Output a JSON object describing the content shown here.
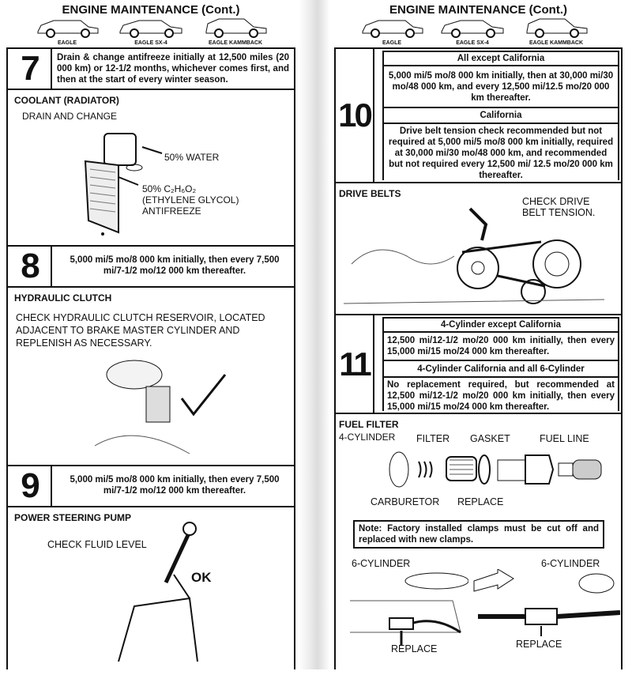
{
  "left_page": {
    "title": "ENGINE MAINTENANCE (Cont.)",
    "cars": [
      "EAGLE",
      "EAGLE SX-4",
      "EAGLE KAMMBACK"
    ],
    "item7": {
      "number": "7",
      "text": "Drain & change antifreeze initially at 12,500 miles (20 000 km) or 12-1/2 months, whichever comes first, and then at the start of every winter season."
    },
    "coolant": {
      "heading": "COOLANT (RADIATOR)",
      "subheading": "DRAIN AND CHANGE",
      "water_label": "50% WATER",
      "glycol_label": "50% C₂H₆O₂",
      "glycol_name": "(ETHYLENE GLYCOL)",
      "antifreeze": "ANTIFREEZE"
    },
    "item8": {
      "number": "8",
      "text": "5,000 mi/5 mo/8 000 km initially, then every 7,500 mi/7-1/2 mo/12 000 km thereafter."
    },
    "clutch": {
      "heading": "HYDRAULIC CLUTCH",
      "text": "CHECK HYDRAULIC CLUTCH RESERVOIR, LOCATED ADJACENT TO BRAKE MASTER CYLINDER AND REPLENISH AS NECESSARY."
    },
    "item9": {
      "number": "9",
      "text": "5,000 mi/5 mo/8 000 km initially, then every 7,500 mi/7-1/2 mo/12 000 km thereafter."
    },
    "steering": {
      "heading": "POWER STEERING PUMP",
      "text": "CHECK FLUID LEVEL",
      "ok": "OK"
    }
  },
  "right_page": {
    "title": "ENGINE MAINTENANCE (Cont.)",
    "cars": [
      "EAGLE",
      "EAGLE SX-4",
      "EAGLE KAMMBACK"
    ],
    "item10": {
      "number": "10",
      "rows": [
        {
          "header": "All except California",
          "text": "5,000 mi/5 mo/8 000 km initially, then at 30,000 mi/30 mo/48 000 km, and every 12,500 mi/12.5 mo/20 000 km thereafter."
        },
        {
          "header": "California",
          "text": "Drive belt tension check recommended but not required at 5,000 mi/5 mo/8 000 km initially, required at 30,000 mi/30 mo/48 000 km, and recommended but not required every 12,500 mi/ 12.5 mo/20 000 km thereafter."
        }
      ]
    },
    "belts": {
      "heading": "DRIVE BELTS",
      "text": "CHECK DRIVE BELT TENSION."
    },
    "item11": {
      "number": "11",
      "rows": [
        {
          "header": "4-Cylinder except California",
          "text": "12,500 mi/12-1/2 mo/20 000 km initially, then every 15,000 mi/15 mo/24 000 km thereafter."
        },
        {
          "header": "4-Cylinder California and all 6-Cylinder",
          "text": "No replacement required, but recommended at 12,500 mi/12-1/2 mo/20 000 km initially, then every 15,000 mi/15 mo/24 000 km thereafter."
        }
      ]
    },
    "fuel": {
      "heading": "FUEL FILTER",
      "four_cyl": "4-CYLINDER",
      "filter": "FILTER",
      "gasket": "GASKET",
      "fuel_line": "FUEL LINE",
      "carburetor": "CARBURETOR",
      "replace": "REPLACE",
      "note": "Note: Factory installed clamps must be cut off and replaced with new clamps.",
      "six_cyl_left": "6-CYLINDER",
      "six_cyl_right": "6-CYLINDER",
      "replace_left": "REPLACE",
      "replace_right": "REPLACE"
    }
  }
}
